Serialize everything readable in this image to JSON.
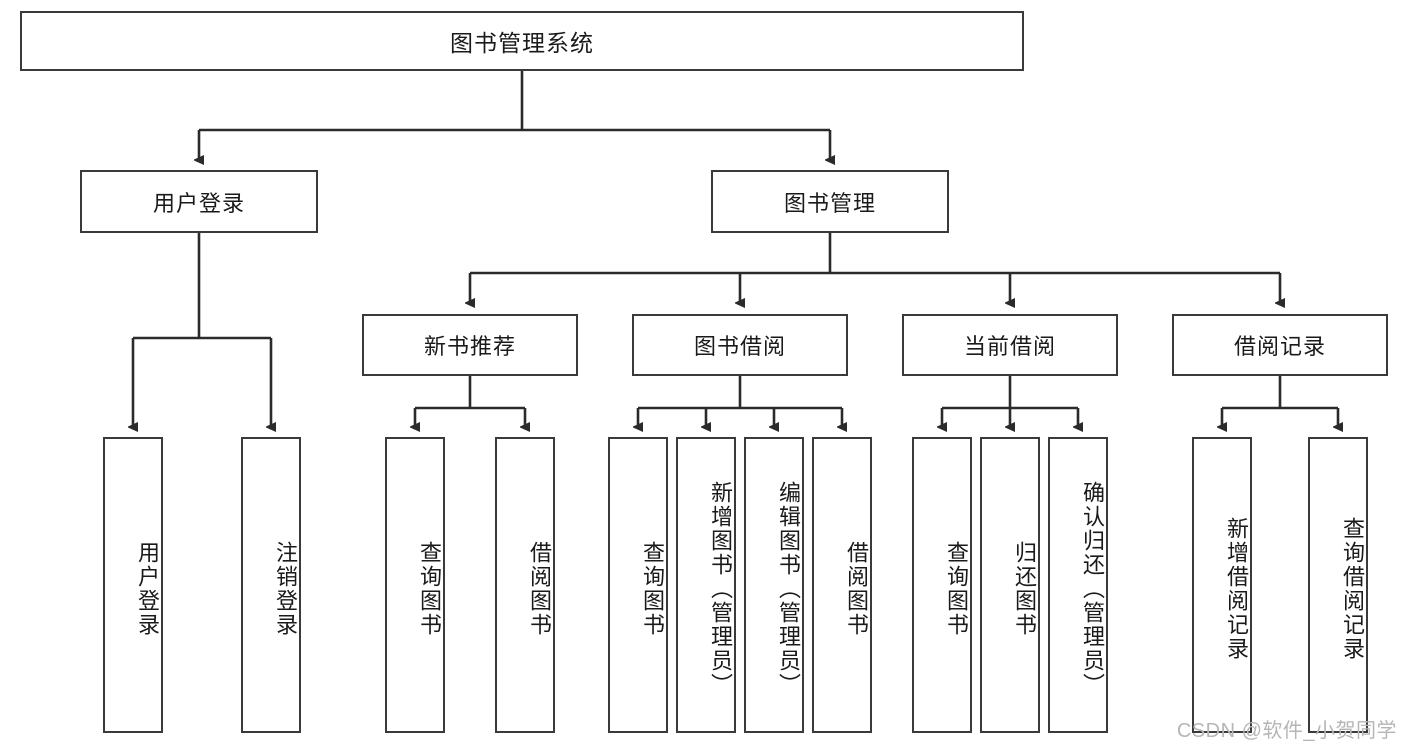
{
  "diagram": {
    "title": "图书管理系统",
    "type": "tree-hierarchy-chart",
    "edge_color": "#2b2b2b",
    "box_border_color": "#3a3a3a",
    "background": "#ffffff",
    "root": {
      "label": "图书管理系统"
    },
    "level2": [
      {
        "label": "用户登录"
      },
      {
        "label": "图书管理"
      }
    ],
    "level3": [
      {
        "label": "新书推荐"
      },
      {
        "label": "图书借阅"
      },
      {
        "label": "当前借阅"
      },
      {
        "label": "借阅记录"
      }
    ],
    "leaves": {
      "user_login": [
        {
          "label": "用户登录"
        },
        {
          "label": "注销登录"
        }
      ],
      "new_book_recommend": [
        {
          "label": "查询图书"
        },
        {
          "label": "借阅图书"
        }
      ],
      "book_borrow": [
        {
          "label": "查询图书"
        },
        {
          "label": "新增图书（管理员）"
        },
        {
          "label": "编辑图书（管理员）"
        },
        {
          "label": "借阅图书"
        }
      ],
      "current_borrow": [
        {
          "label": "查询图书"
        },
        {
          "label": "归还图书"
        },
        {
          "label": "确认归还（管理员）"
        }
      ],
      "borrow_record": [
        {
          "label": "新增借阅记录"
        },
        {
          "label": "查询借阅记录"
        }
      ]
    }
  },
  "watermark": {
    "text": "CSDN @软件_小贺同学"
  }
}
